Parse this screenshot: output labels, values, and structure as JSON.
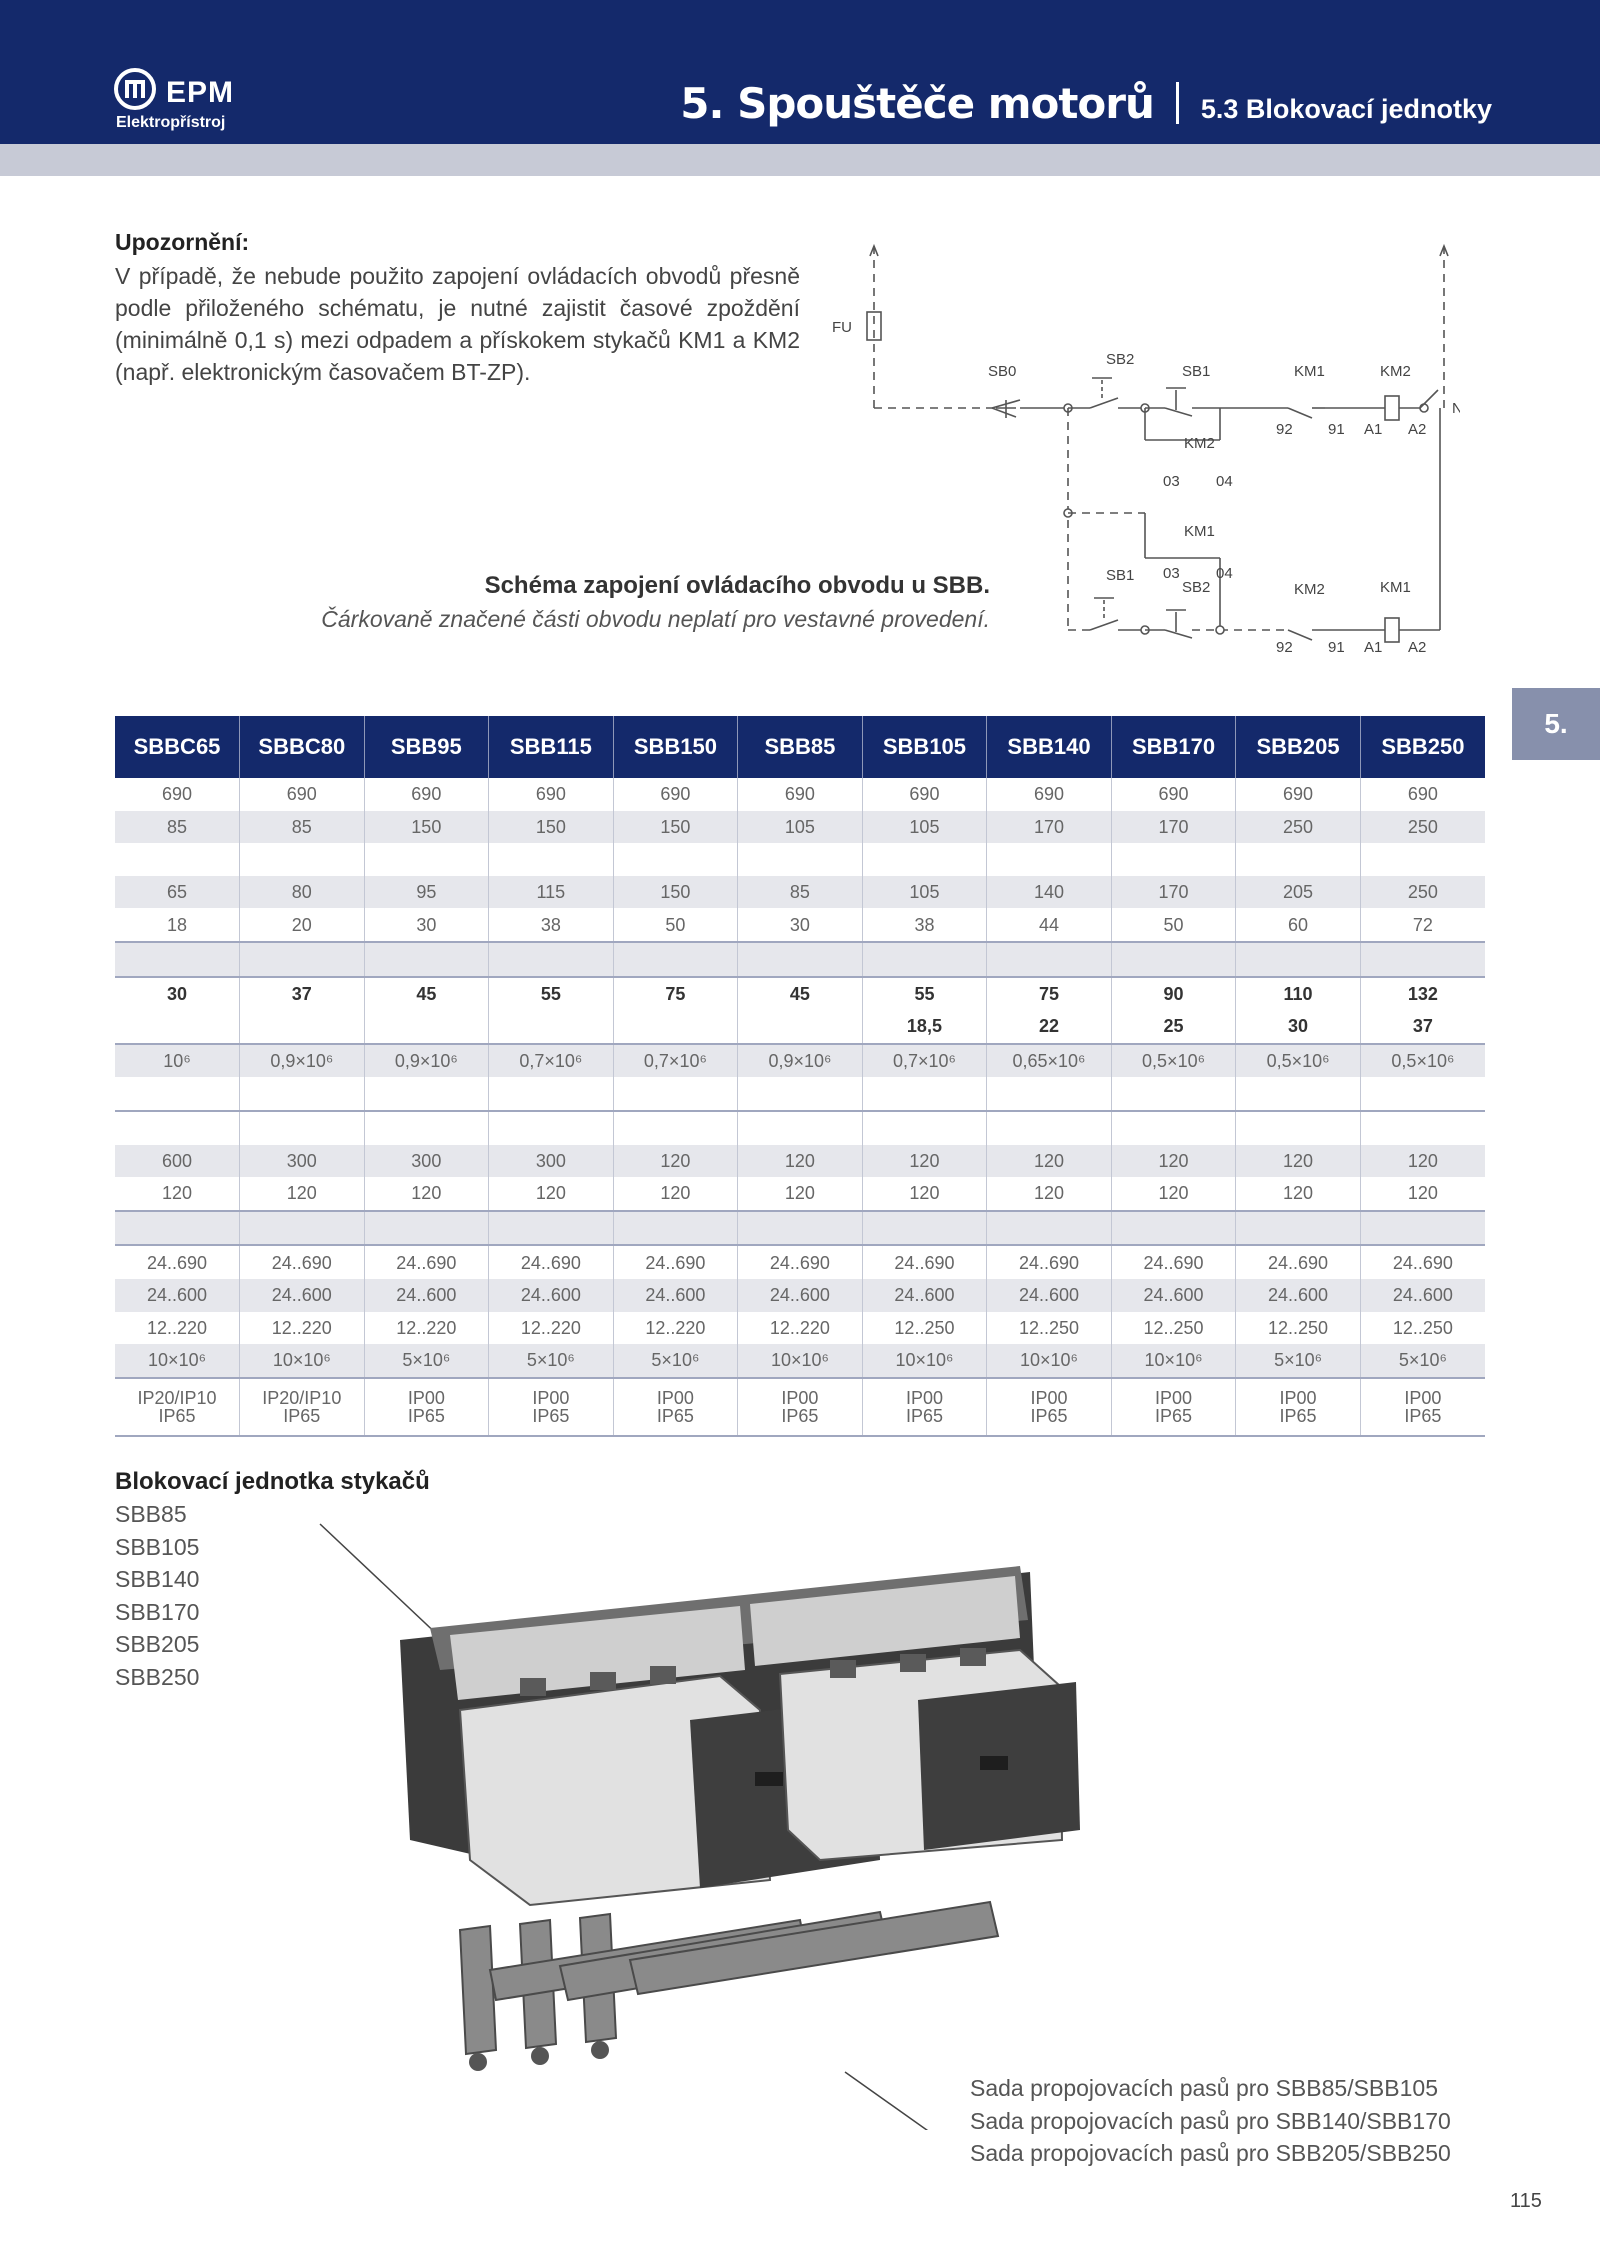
{
  "header": {
    "logo_brand": "EPM",
    "logo_sub": "Elektropřístroj",
    "chapter_title": "5. Spouštěče motorů",
    "section_title": "5.3 Blokovací jednotky",
    "brand_color": "#14296b"
  },
  "warning": {
    "heading": "Upozornění:",
    "text": "V případě, že nebude použito zapojení ovládacích obvodů přesně podle přiloženého schématu, je nutné zajistit časové zpoždění (minimálně 0,1 s) mezi odpadem a přískokem stykačů KM1 a KM2 (např. elektronickým časovačem BT-ZP)."
  },
  "schema": {
    "labels": {
      "fu": "FU",
      "n": "N",
      "sb0": "SB0",
      "sb2_top": "SB2",
      "sb1_top": "SB1",
      "km1_top": "KM1",
      "km2_top": "KM2",
      "n92_top": "92",
      "n91_top": "91",
      "a1_top": "A1",
      "a2_top": "A2",
      "km2_mid": "KM2",
      "n03_a": "03",
      "n04_a": "04",
      "km1_mid": "KM1",
      "n03_b": "03",
      "n04_b": "04",
      "sb1_bot": "SB1",
      "sb2_bot": "SB2",
      "km2_bot": "KM2",
      "km1_bot": "KM1",
      "n92_bot": "92",
      "n91_bot": "91",
      "a1_bot": "A1",
      "a2_bot": "A2"
    },
    "caption_title": "Schéma zapojení ovládacího obvodu u SBB.",
    "caption_note": "Čárkovaně značené části obvodu neplatí pro vestavné provedení."
  },
  "side_tab": "5.",
  "table": {
    "headers": [
      "SBBC65",
      "SBBC80",
      "SBB95",
      "SBB115",
      "SBB150",
      "SBB85",
      "SBB105",
      "SBB140",
      "SBB170",
      "SBB205",
      "SBB250"
    ],
    "rows": [
      {
        "cells": [
          "690",
          "690",
          "690",
          "690",
          "690",
          "690",
          "690",
          "690",
          "690",
          "690",
          "690"
        ]
      },
      {
        "cells": [
          "85",
          "85",
          "150",
          "150",
          "150",
          "105",
          "105",
          "170",
          "170",
          "250",
          "250"
        ]
      },
      {
        "cells": [
          "",
          "",
          "",
          "",
          "",
          "",
          "",
          "",
          "",
          "",
          ""
        ]
      },
      {
        "cells": [
          "65",
          "80",
          "95",
          "115",
          "150",
          "85",
          "105",
          "140",
          "170",
          "205",
          "250"
        ]
      },
      {
        "cells": [
          "18",
          "20",
          "30",
          "38",
          "50",
          "30",
          "38",
          "44",
          "50",
          "60",
          "72"
        ]
      },
      {
        "cells": [
          "",
          "",
          "",
          "",
          "",
          "",
          "",
          "",
          "",
          "",
          ""
        ]
      },
      {
        "cells": [
          "30",
          "37",
          "45",
          "55",
          "75",
          "45",
          "55",
          "75",
          "90",
          "110",
          "132"
        ]
      },
      {
        "cells": [
          "",
          "",
          "",
          "",
          "",
          "",
          "18,5",
          "22",
          "25",
          "30",
          "37"
        ]
      },
      {
        "cells": [
          "10⁶",
          "0,9×10⁶",
          "0,9×10⁶",
          "0,7×10⁶",
          "0,7×10⁶",
          "0,9×10⁶",
          "0,7×10⁶",
          "0,65×10⁶",
          "0,5×10⁶",
          "0,5×10⁶",
          "0,5×10⁶"
        ]
      },
      {
        "cells": [
          "",
          "",
          "",
          "",
          "",
          "",
          "",
          "",
          "",
          "",
          ""
        ]
      },
      {
        "cells": [
          "",
          "",
          "",
          "",
          "",
          "",
          "",
          "",
          "",
          "",
          ""
        ]
      },
      {
        "cells": [
          "600",
          "300",
          "300",
          "300",
          "120",
          "120",
          "120",
          "120",
          "120",
          "120",
          "120"
        ]
      },
      {
        "cells": [
          "120",
          "120",
          "120",
          "120",
          "120",
          "120",
          "120",
          "120",
          "120",
          "120",
          "120"
        ]
      },
      {
        "cells": [
          "",
          "",
          "",
          "",
          "",
          "",
          "",
          "",
          "",
          "",
          ""
        ]
      },
      {
        "cells": [
          "24..690",
          "24..690",
          "24..690",
          "24..690",
          "24..690",
          "24..690",
          "24..690",
          "24..690",
          "24..690",
          "24..690",
          "24..690"
        ]
      },
      {
        "cells": [
          "24..600",
          "24..600",
          "24..600",
          "24..600",
          "24..600",
          "24..600",
          "24..600",
          "24..600",
          "24..600",
          "24..600",
          "24..600"
        ]
      },
      {
        "cells": [
          "12..220",
          "12..220",
          "12..220",
          "12..220",
          "12..220",
          "12..220",
          "12..250",
          "12..250",
          "12..250",
          "12..250",
          "12..250"
        ]
      },
      {
        "cells": [
          "10×10⁶",
          "10×10⁶",
          "5×10⁶",
          "5×10⁶",
          "5×10⁶",
          "10×10⁶",
          "10×10⁶",
          "10×10⁶",
          "10×10⁶",
          "5×10⁶",
          "5×10⁶"
        ]
      },
      {
        "cells": [
          "IP20/IP10\nIP65",
          "IP20/IP10\nIP65",
          "IP00\nIP65",
          "IP00\nIP65",
          "IP00\nIP65",
          "IP00\nIP65",
          "IP00\nIP65",
          "IP00\nIP65",
          "IP00\nIP65",
          "IP00\nIP65",
          "IP00\nIP65"
        ]
      }
    ]
  },
  "product": {
    "heading": "Blokovací jednotka stykačů",
    "models": [
      "SBB85",
      "SBB105",
      "SBB140",
      "SBB170",
      "SBB205",
      "SBB250"
    ]
  },
  "busbars": [
    "Sada propojovacích pasů pro SBB85/SBB105",
    "Sada propojovacích pasů pro SBB140/SBB170",
    "Sada propojovacích pasů pro SBB205/SBB250"
  ],
  "page_number": "115"
}
